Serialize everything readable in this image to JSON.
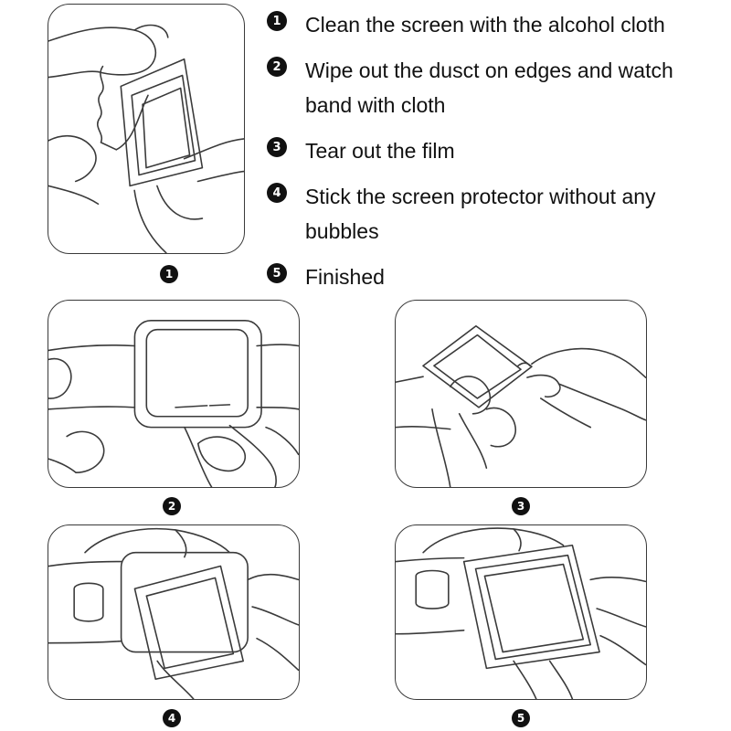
{
  "steps": [
    {
      "number": "1",
      "text": "Clean the screen with the alcohol cloth"
    },
    {
      "number": "2",
      "text": "Wipe out the dusct on edges and watch band with cloth"
    },
    {
      "number": "3",
      "text": "Tear out the film"
    },
    {
      "number": "4",
      "text": "Stick the screen protector without any bubbles"
    },
    {
      "number": "5",
      "text": "Finished"
    }
  ],
  "figures": [
    {
      "number": "1",
      "depicts": "hand cleaning watch screen with cloth"
    },
    {
      "number": "2",
      "depicts": "hand holding watch wiping edges"
    },
    {
      "number": "3",
      "depicts": "hands tearing film off protector"
    },
    {
      "number": "4",
      "depicts": "placing protector frame onto watch"
    },
    {
      "number": "5",
      "depicts": "finished watch with protector"
    }
  ],
  "colors": {
    "line": "#3a3a3a",
    "badge": "#111111",
    "text": "#111111"
  }
}
